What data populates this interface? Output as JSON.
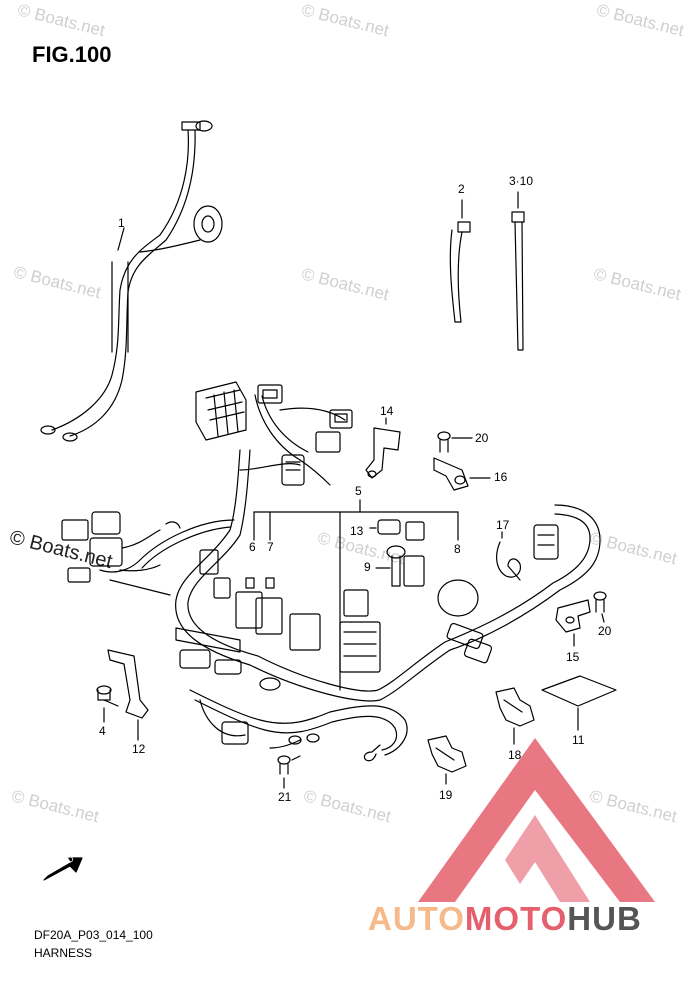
{
  "figure": {
    "title": "FIG.100",
    "code": "DF20A_P03_014_100",
    "name": "HARNESS"
  },
  "watermark": {
    "text": "© Boats.net"
  },
  "fwd_label": "FWD",
  "callouts": [
    {
      "id": "c1",
      "text": "1"
    },
    {
      "id": "c2",
      "text": "2"
    },
    {
      "id": "c3",
      "text": "3·10"
    },
    {
      "id": "c4",
      "text": "4"
    },
    {
      "id": "c5",
      "text": "5"
    },
    {
      "id": "c6",
      "text": "6"
    },
    {
      "id": "c7",
      "text": "7"
    },
    {
      "id": "c8",
      "text": "8"
    },
    {
      "id": "c9",
      "text": "9"
    },
    {
      "id": "c11",
      "text": "11"
    },
    {
      "id": "c12",
      "text": "12"
    },
    {
      "id": "c13",
      "text": "13"
    },
    {
      "id": "c14",
      "text": "14"
    },
    {
      "id": "c15",
      "text": "15"
    },
    {
      "id": "c16",
      "text": "16"
    },
    {
      "id": "c17",
      "text": "17"
    },
    {
      "id": "c18",
      "text": "18"
    },
    {
      "id": "c19",
      "text": "19"
    },
    {
      "id": "c20a",
      "text": "20"
    },
    {
      "id": "c20b",
      "text": "20"
    },
    {
      "id": "c21",
      "text": "21"
    }
  ],
  "logo": {
    "part1": "AUTO",
    "part2": "MOTO",
    "part3": "HUB"
  },
  "colors": {
    "line": "#000000",
    "watermark": "#cfcfcf",
    "logo_red": "#e4606d",
    "logo_orange": "#f5b98a"
  }
}
